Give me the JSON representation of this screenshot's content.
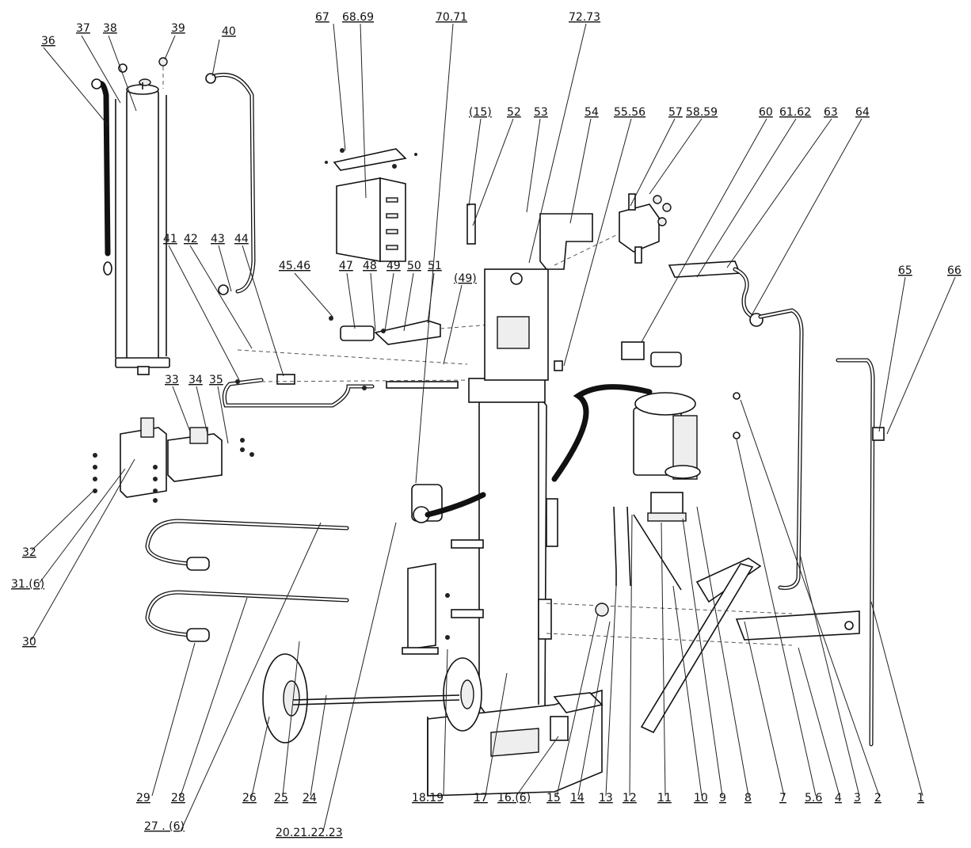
{
  "labels": [
    "36",
    "37",
    "38",
    "39",
    "40",
    "67",
    "68.69",
    "70.71",
    "72.73",
    "(15)",
    "52",
    "53",
    "54",
    "55.56",
    "57",
    "58.59",
    "60",
    "61.62",
    "63",
    "64",
    "65",
    "66",
    "41",
    "42",
    "43",
    "44",
    "45.46",
    "47",
    "48",
    "49",
    "50",
    "51",
    "(49)",
    "33",
    "34",
    "35",
    "32",
    "31.(6)",
    "30",
    "29",
    "28",
    "27 . (6)",
    "26",
    "25",
    "24",
    "20.21.22.23",
    "18.19",
    "17",
    "16.(6)",
    "15",
    "14",
    "13",
    "12",
    "11",
    "10",
    "9",
    "8",
    "7",
    "5.6",
    "4",
    "3",
    "2",
    "1"
  ]
}
